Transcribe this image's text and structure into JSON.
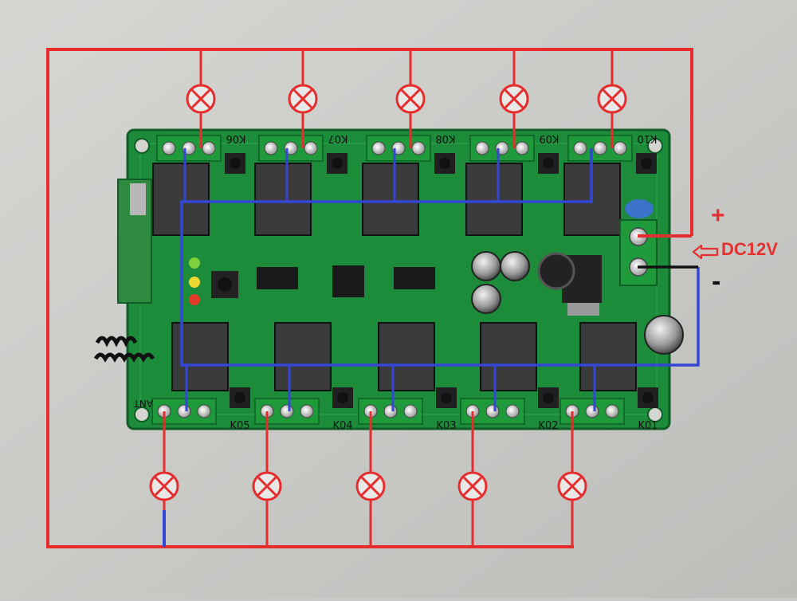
{
  "power": {
    "plus_symbol": "+",
    "minus_symbol": "-",
    "voltage_label": "DC12V"
  },
  "board": {
    "relay_labels_top": [
      "K06",
      "K07",
      "K08",
      "K09",
      "K10"
    ],
    "relay_labels_bottom": [
      "K05",
      "K04",
      "K03",
      "K02",
      "K01"
    ],
    "antenna_label": "ANT"
  },
  "colors": {
    "live_wire": "#e52d2d",
    "neutral_wire": "#3346d6",
    "ground_wire": "#111111",
    "pcb": "#1c8b3a",
    "terminal": "#1f9a3b",
    "relay": "#3b3b3b"
  },
  "lamps": {
    "top_count": 5,
    "bottom_count": 5
  }
}
